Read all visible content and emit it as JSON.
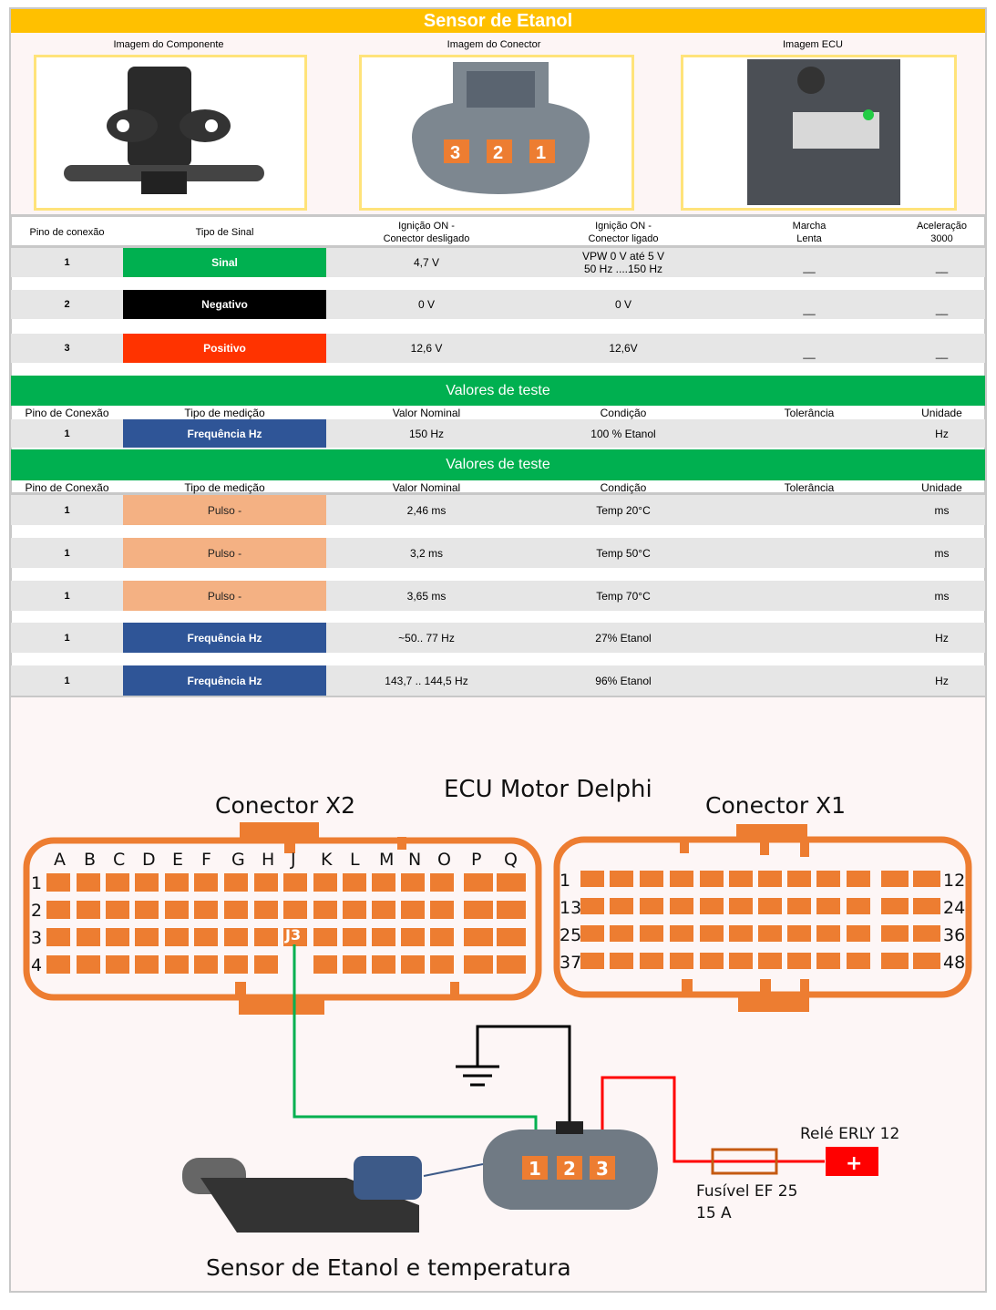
{
  "title": "Sensor de Etanol",
  "images": {
    "component": "Imagem do Componente",
    "connector": "Imagem do Conector",
    "ecu": "Imagem ECU",
    "connector_pins": [
      "3",
      "2",
      "1"
    ]
  },
  "table1": {
    "headers": [
      "Pino de conexão",
      "Tipo de Sinal",
      "Ignição ON -\nConector desligado",
      "Ignição ON -\nConector ligado",
      "Marcha\nLenta",
      "Aceleração\n3000"
    ],
    "rows": [
      {
        "pin": "1",
        "type": "Sinal",
        "color": "#00b050",
        "off": "4,7 V",
        "on": "VPW  0 V até 5 V\n50 Hz ....150 Hz",
        "idle": "__",
        "accel": "__"
      },
      {
        "pin": "2",
        "type": "Negativo",
        "color": "#000000",
        "off": "0 V",
        "on": "0 V",
        "idle": "__",
        "accel": "__"
      },
      {
        "pin": "3",
        "type": "Positivo",
        "color": "#ff3300",
        "off": "12,6 V",
        "on": "12,6V",
        "idle": "__",
        "accel": "__"
      }
    ]
  },
  "test1": {
    "title": "Valores de teste",
    "headers": [
      "Pino de Conexão",
      "Tipo de medição",
      "Valor Nominal",
      "Condição",
      "Tolerância",
      "Unidade"
    ],
    "rows": [
      {
        "pin": "1",
        "type": "Frequência Hz",
        "color": "#2f5597",
        "nominal": "150 Hz",
        "condition": "100 % Etanol",
        "tolerance": "",
        "unit": "Hz"
      }
    ]
  },
  "test2": {
    "title": "Valores de teste",
    "headers": [
      "Pino de Conexão",
      "Tipo de medição",
      "Valor Nominal",
      "Condição",
      "Tolerância",
      "Unidade"
    ],
    "rows": [
      {
        "pin": "1",
        "type": "Pulso -",
        "color": "#f4b183",
        "dark": true,
        "nominal": "2,46 ms",
        "condition": "Temp 20°C",
        "tolerance": "",
        "unit": "ms"
      },
      {
        "pin": "1",
        "type": "Pulso -",
        "color": "#f4b183",
        "dark": true,
        "nominal": "3,2 ms",
        "condition": "Temp 50°C",
        "tolerance": "",
        "unit": "ms"
      },
      {
        "pin": "1",
        "type": "Pulso -",
        "color": "#f4b183",
        "dark": true,
        "nominal": "3,65 ms",
        "condition": "Temp 70°C",
        "tolerance": "",
        "unit": "ms"
      },
      {
        "pin": "1",
        "type": "Frequência Hz",
        "color": "#2f5597",
        "nominal": "~50.. 77 Hz",
        "condition": "27% Etanol",
        "tolerance": "",
        "unit": "Hz"
      },
      {
        "pin": "1",
        "type": "Frequência Hz",
        "color": "#2f5597",
        "nominal": "143,7 .. 144,5 Hz",
        "condition": "96% Etanol",
        "tolerance": "",
        "unit": "Hz"
      }
    ]
  },
  "diagram": {
    "ecu_title": "ECU Motor Delphi",
    "x2_title": "Conector X2",
    "x1_title": "Conector X1",
    "x2_columns": [
      "A",
      "B",
      "C",
      "D",
      "E",
      "F",
      "G",
      "H",
      "J",
      "K",
      "L",
      "M",
      "N",
      "O",
      "P",
      "Q"
    ],
    "x2_rows": [
      "1",
      "2",
      "3",
      "4"
    ],
    "x2_highlight": "J3",
    "x1_left": [
      "1",
      "13",
      "25",
      "37"
    ],
    "x1_right": [
      "12",
      "24",
      "36",
      "48"
    ],
    "sensor_pins": [
      "1",
      "2",
      "3"
    ],
    "relay": "Relé ERLY 12",
    "relay_symbol": "+",
    "fuse": "Fusível EF 25",
    "fuse_rating": "15 A",
    "sensor_label": "Sensor de Etanol e temperatura",
    "wire_colors": {
      "signal": "#00b050",
      "ground": "#000000",
      "power": "#ff0000"
    },
    "accent": "#ed7d31"
  }
}
